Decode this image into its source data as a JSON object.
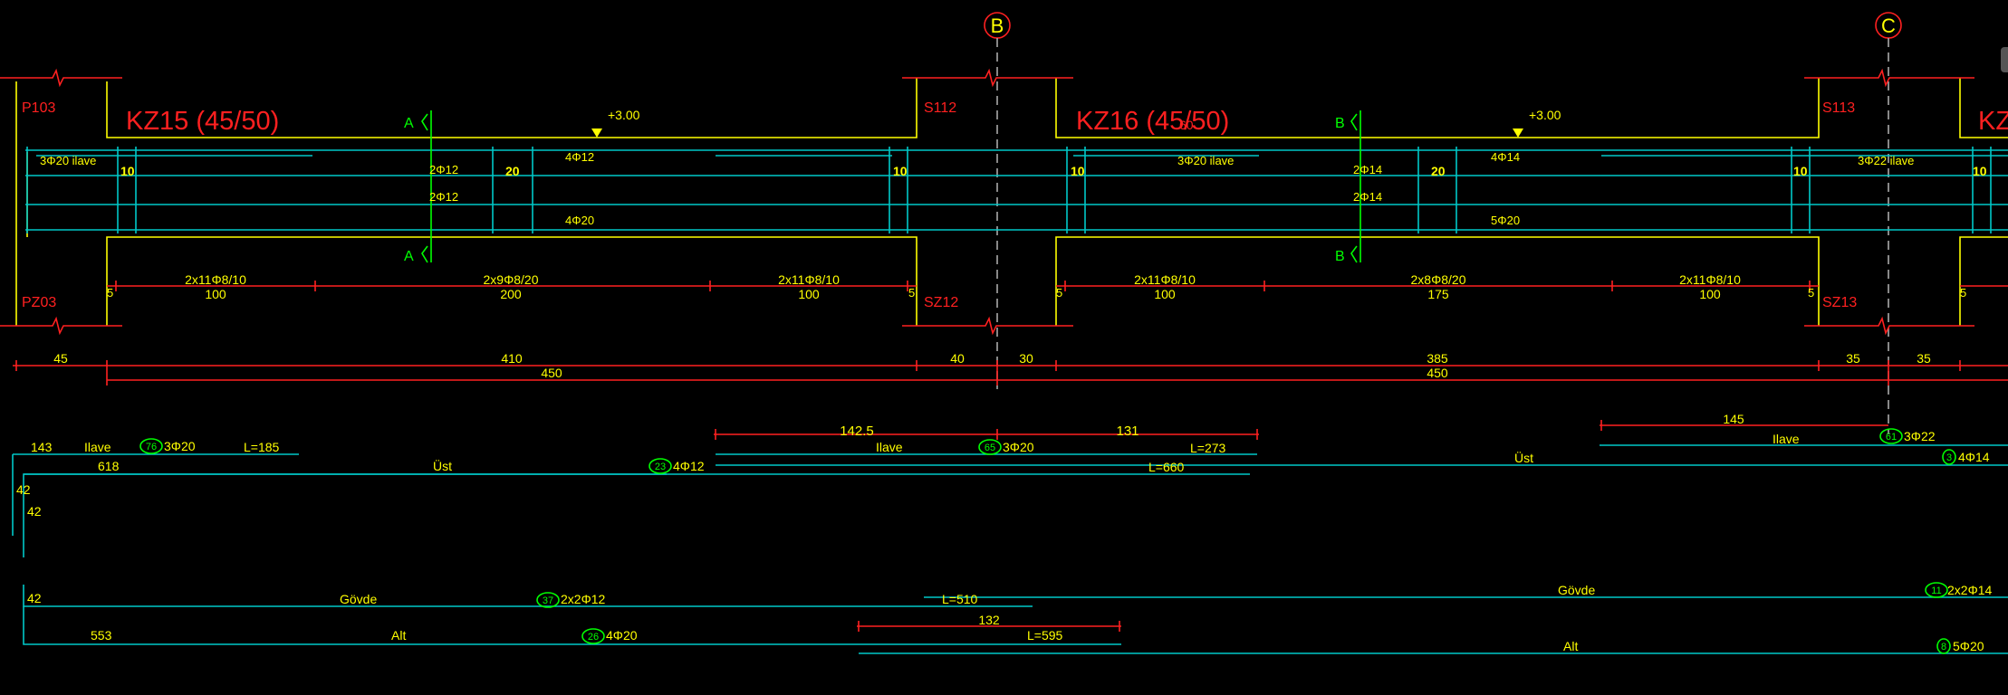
{
  "axes": {
    "b": "B",
    "c": "C"
  },
  "beams": {
    "kz15": {
      "title": "KZ15 (45/50)",
      "level": "+3.00",
      "section": "A",
      "left_top": "P103",
      "left_bottom": "PZ03",
      "right_top": "S112",
      "right_bottom": "SZ12",
      "rebar_top_left": "3Φ20 ilave",
      "rebar_top_mid": "4Φ12",
      "rebar_web1": "2Φ12",
      "rebar_web2": "2Φ12",
      "rebar_bottom": "4Φ20",
      "mark_10a": "10",
      "mark_20": "20",
      "mark_10b": "10",
      "stir_left": "2x11Φ8/10",
      "stir_mid": "2x9Φ8/20",
      "stir_right": "2x11Φ8/10",
      "len_left": "100",
      "len_mid": "200",
      "len_right": "100",
      "end_left": "5",
      "end_right": "5"
    },
    "kz16": {
      "title": "KZ16 (45/50)",
      "title_overlap": "60",
      "level": "+3.00",
      "section": "B",
      "right_top": "S113",
      "right_bottom": "SZ13",
      "rebar_top_left": "3Φ20 ilave",
      "rebar_top_mid": "4Φ14",
      "rebar_web1": "2Φ14",
      "rebar_web2": "2Φ14",
      "rebar_bottom": "5Φ20",
      "mark_10a": "10",
      "mark_20": "20",
      "mark_10b": "10",
      "stir_left": "2x11Φ8/10",
      "stir_mid": "2x8Φ8/20",
      "stir_right": "2x11Φ8/10",
      "len_left": "100",
      "len_mid": "175",
      "len_right": "100",
      "end_left": "5",
      "end_right": "5"
    },
    "kz_next": {
      "title": "KZ",
      "rebar_top_left": "3Φ22 ilave",
      "mark_10": "10",
      "end_left": "5"
    }
  },
  "dims": {
    "d45": "45",
    "d410": "410",
    "d40": "40",
    "d30": "30",
    "d385": "385",
    "d35a": "35",
    "d35b": "35",
    "total1": "450",
    "total2": "450"
  },
  "bars": {
    "b1": {
      "len": "143",
      "label": "Ilave",
      "num": "76",
      "spec": "3Φ20",
      "L": "L=185"
    },
    "b2": {
      "len": "618",
      "label": "Üst",
      "num": "23",
      "spec": "4Φ12"
    },
    "b3": {
      "hook1": "42",
      "hook2": "42"
    },
    "b4": {
      "d1": "142.5",
      "d2": "131",
      "label": "Ilave",
      "num": "65",
      "spec": "3Φ20",
      "L": "L=273",
      "L2": "L=660"
    },
    "b5": {
      "hook": "42",
      "label": "Gövde",
      "num": "37",
      "spec": "2x2Φ12",
      "L": "L=510"
    },
    "b6": {
      "len": "553",
      "label": "Alt",
      "num": "26",
      "spec": "4Φ20",
      "d": "132",
      "L": "L=595"
    },
    "b7": {
      "len": "145",
      "label": "Ilave",
      "num": "61",
      "spec": "3Φ22"
    },
    "b8": {
      "label": "Üst",
      "num": "3",
      "spec": "4Φ14"
    },
    "b9": {
      "label": "Gövde",
      "num": "11",
      "spec": "2x2Φ14"
    },
    "b10": {
      "label": "Alt",
      "num": "8",
      "spec": "5Φ20"
    }
  },
  "colors": {
    "background": "#000000",
    "concrete": "#ffff00",
    "rebar": "#00c8c8",
    "annotation": "#ff2020",
    "marker": "#00ff00"
  }
}
